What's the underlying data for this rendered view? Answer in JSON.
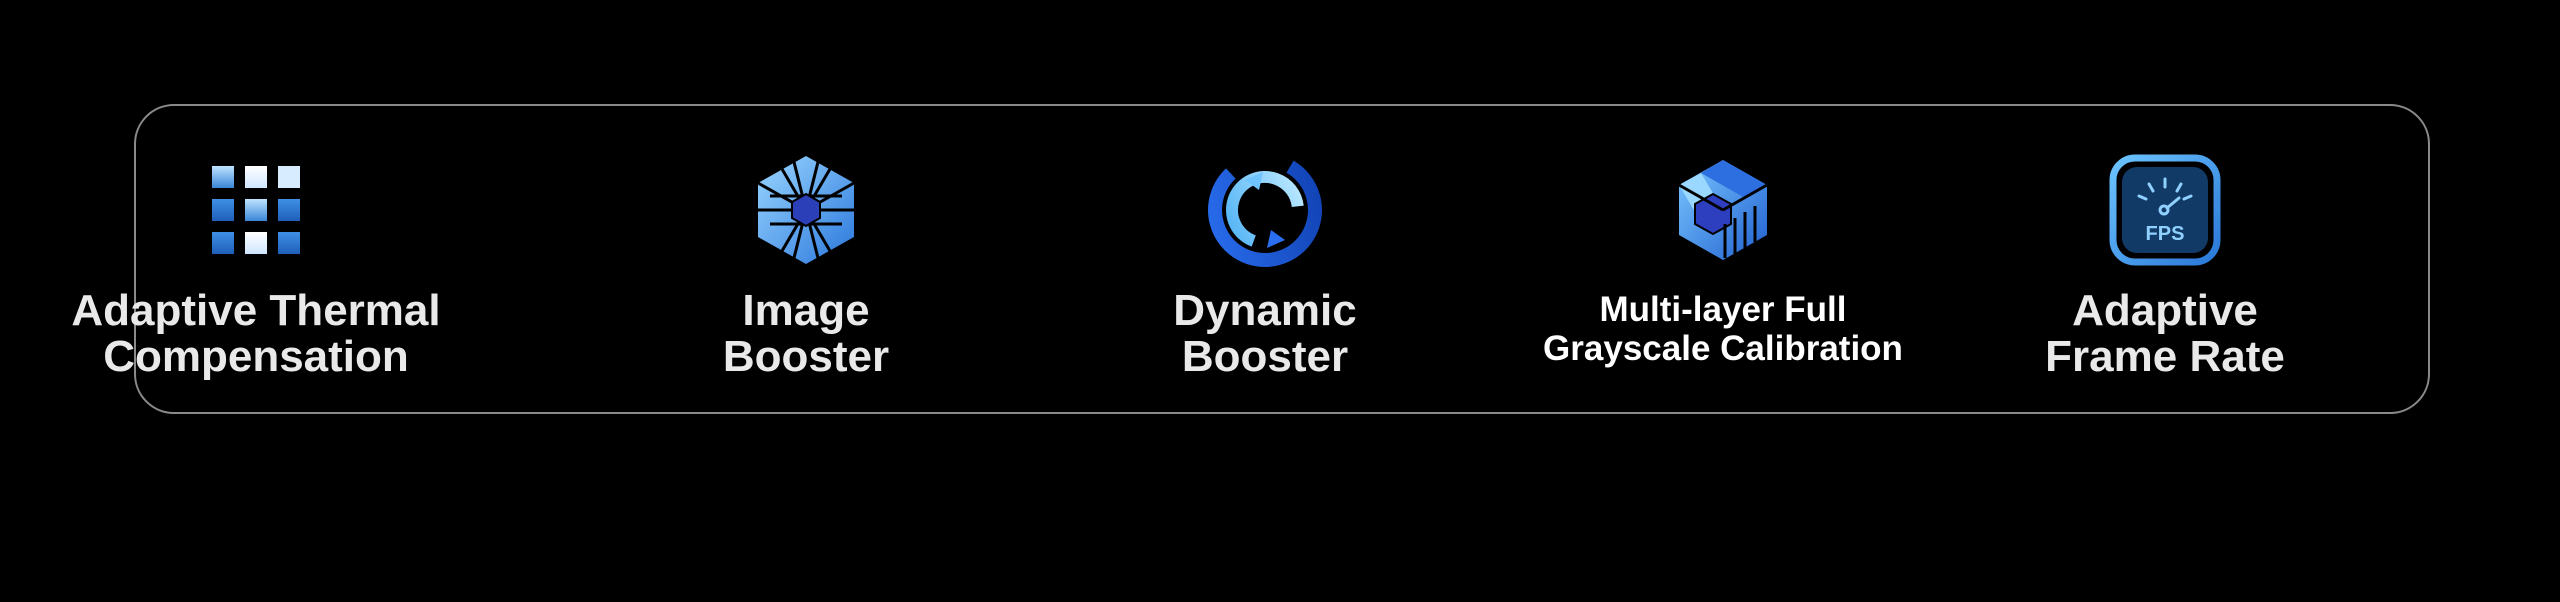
{
  "features": [
    {
      "line1": "Adaptive Thermal",
      "line2": "Compensation",
      "icon": "thermal-grid-icon"
    },
    {
      "line1": "Image",
      "line2": "Booster",
      "icon": "hexagon-booster-icon"
    },
    {
      "line1": "Dynamic",
      "line2": "Booster",
      "icon": "circular-arrows-icon"
    },
    {
      "line1": "Multi-layer Full",
      "line2": "Grayscale Calibration",
      "icon": "layered-hexagon-icon"
    },
    {
      "line1": "Adaptive",
      "line2": "Frame Rate",
      "icon": "fps-gauge-icon",
      "badge": "FPS"
    }
  ],
  "colors": {
    "background": "#000000",
    "border": "#8a8a8a",
    "text": "#e9e9e9",
    "accent_blue": "#2f7fe0",
    "light_blue": "#8fd0ff"
  }
}
